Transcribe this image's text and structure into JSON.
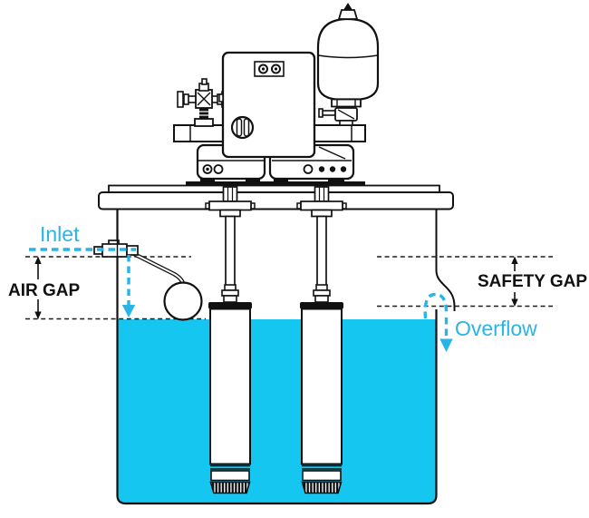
{
  "diagram": {
    "labels": {
      "inlet": "Inlet",
      "air_gap": "AIR GAP",
      "safety_gap": "SAFETY GAP",
      "overflow": "Overflow"
    },
    "colors": {
      "accent_cyan": "#29b4e8",
      "water_cyan": "#14c6f0",
      "line_black": "#111111"
    }
  }
}
